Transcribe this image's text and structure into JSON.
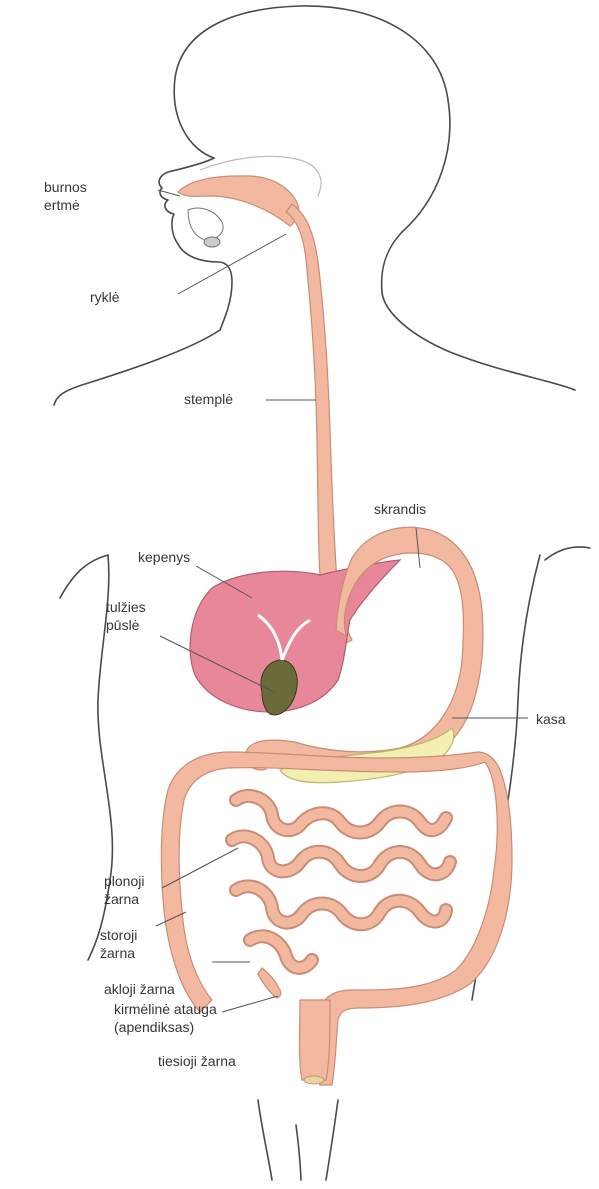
{
  "labels": {
    "burnos_line1": "burnos",
    "burnos_line2": "ertmė",
    "rykle": "ryklė",
    "stemple": "stemplė",
    "skrandis": "skrandis",
    "kepenys": "kepenys",
    "tulzies_line1": "tulžies",
    "tulzies_line2": "pūslė",
    "kasa": "kasa",
    "plonoji_line1": "plonoji",
    "plonoji_line2": "žarna",
    "storoji_line1": "storoji",
    "storoji_line2": "žarna",
    "akloji": "akloji žarna",
    "kirmeline_line1": "kirmėlinė atauga",
    "kirmeline_line2": "(apendiksas)",
    "tiesioji": "tiesioji žarna"
  },
  "colors": {
    "outline": "#4a4a4a",
    "tract": "#f2b9a0",
    "tract_stroke": "#c98c75",
    "liver": "#e9879a",
    "liver_stroke": "#b35c70",
    "pancreas": "#f2efb0",
    "pancreas_stroke": "#bdb66a",
    "gallbladder": "#6b6a3a",
    "leader": "#555555"
  }
}
